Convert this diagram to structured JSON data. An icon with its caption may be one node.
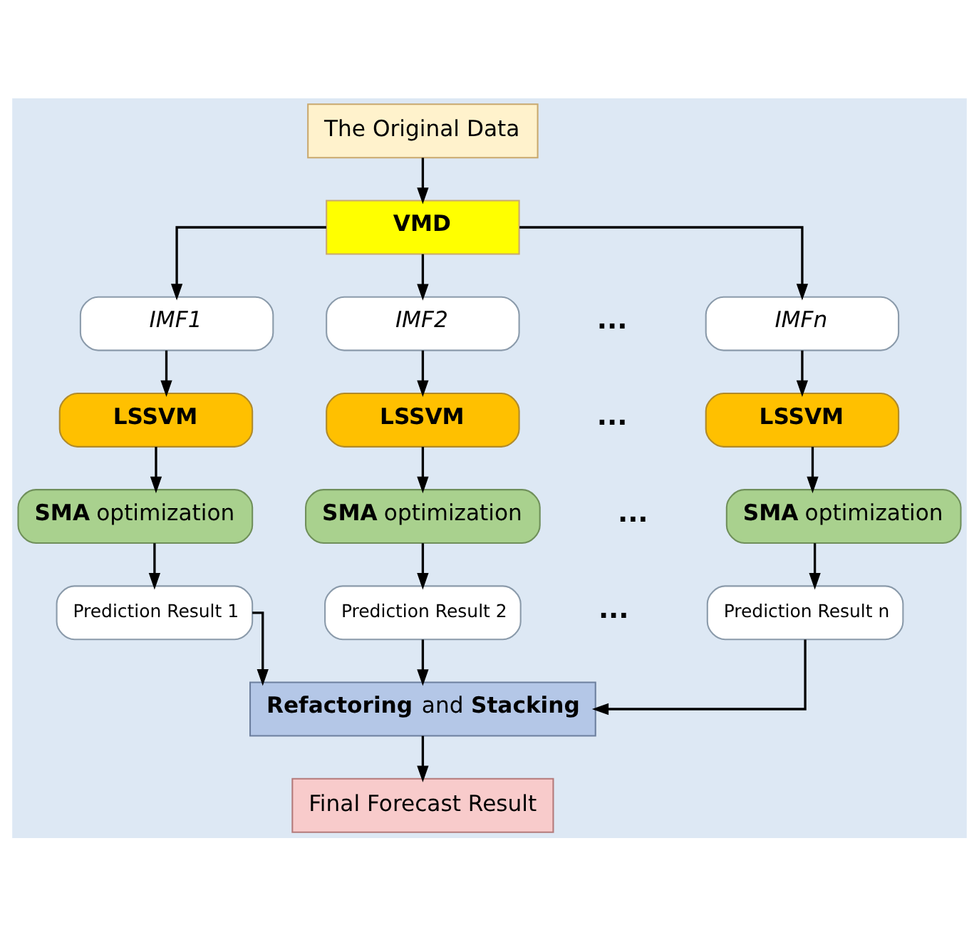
{
  "diagram": {
    "nodes": [
      {
        "text": [
          "The Original Data"
        ]
      },
      {
        "text": [
          "VMD"
        ]
      },
      {
        "text": [
          "IMF1"
        ]
      },
      {
        "text": [
          "IMF2"
        ]
      },
      {
        "text": [
          "IMFn"
        ]
      },
      {
        "text": [
          "LSSVM"
        ]
      },
      {
        "text": [
          "LSSVM"
        ]
      },
      {
        "text": [
          "LSSVM"
        ]
      },
      {
        "text": [
          "**SMA** optimization"
        ]
      },
      {
        "text": [
          "**SMA** optimization"
        ]
      },
      {
        "text": [
          "**SMA** optimization"
        ]
      },
      {
        "text": [
          "Prediction Result 1"
        ]
      },
      {
        "text": [
          "Prediction Result 2"
        ]
      },
      {
        "text": [
          "Prediction Result n"
        ]
      },
      {
        "text": [
          "**Refactoring** and **Stacking**"
        ]
      },
      {
        "text": [
          "Final Forecast Result"
        ]
      }
    ],
    "edges": [
      {
        "from": 0,
        "to": 1,
        "arrow": "to"
      },
      {
        "from": 1,
        "to": 2,
        "arrow": "to"
      },
      {
        "from": 1,
        "to": 3,
        "arrow": "to"
      },
      {
        "from": 1,
        "to": 4,
        "arrow": "to"
      },
      {
        "from": 2,
        "to": 5,
        "arrow": "to"
      },
      {
        "from": 3,
        "to": 6,
        "arrow": "to"
      },
      {
        "from": 4,
        "to": 7,
        "arrow": "to"
      },
      {
        "from": 5,
        "to": 8,
        "arrow": "to"
      },
      {
        "from": 6,
        "to": 9,
        "arrow": "to"
      },
      {
        "from": 7,
        "to": 10,
        "arrow": "to"
      },
      {
        "from": 8,
        "to": 11,
        "arrow": "to"
      },
      {
        "from": 9,
        "to": 12,
        "arrow": "to"
      },
      {
        "from": 10,
        "to": 13,
        "arrow": "to"
      },
      {
        "from": 11,
        "to": 14,
        "arrow": "to"
      },
      {
        "from": 12,
        "to": 14,
        "arrow": "to"
      },
      {
        "from": 13,
        "to": 14,
        "arrow": "to"
      },
      {
        "from": 14,
        "to": 15,
        "arrow": "to"
      }
    ],
    "labels": [
      "...",
      "...",
      "...",
      "..."
    ]
  }
}
